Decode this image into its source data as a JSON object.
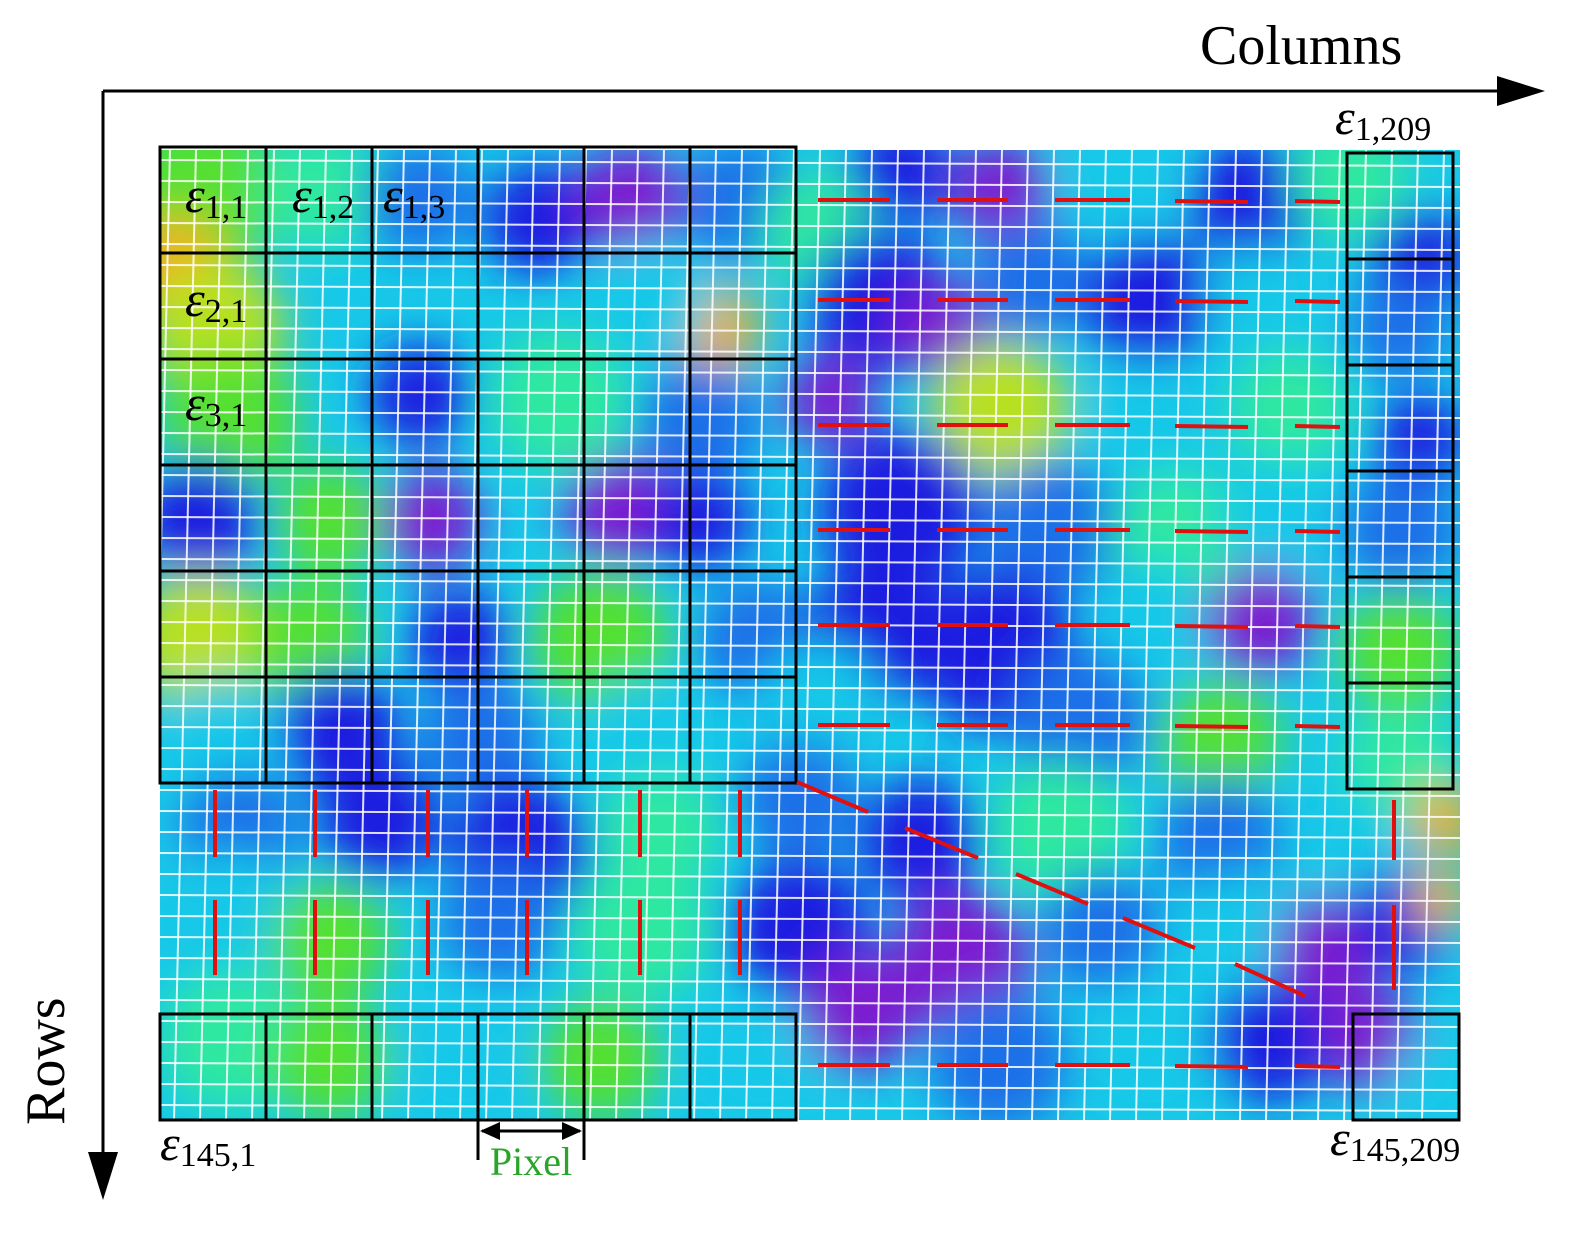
{
  "axes": {
    "columns_label": "Columns",
    "rows_label": "Rows"
  },
  "symbol": "ε",
  "cell_labels": [
    {
      "id": "e11",
      "sub": "1,1"
    },
    {
      "id": "e12",
      "sub": "1,2"
    },
    {
      "id": "e13",
      "sub": "1,3"
    },
    {
      "id": "e21",
      "sub": "2,1"
    },
    {
      "id": "e31",
      "sub": "3,1"
    },
    {
      "id": "e1209",
      "sub": "1,209"
    },
    {
      "id": "e1451",
      "sub": "145,1"
    },
    {
      "id": "e145209",
      "sub": "145,209"
    }
  ],
  "pixel_label": "Pixel",
  "grid": {
    "rows": 145,
    "columns": 209
  },
  "colors": {
    "axis": "#000000",
    "grid_lines": "#000000",
    "ellipsis_dashes": "#e01010",
    "pixel_label": "#2aa52a",
    "mesh": "#ffffff",
    "colormap": [
      "#7b1fd0",
      "#1e1ee0",
      "#1a6fe8",
      "#18c8e8",
      "#2ee8a0",
      "#52e030",
      "#b8e020",
      "#f0b020"
    ]
  }
}
